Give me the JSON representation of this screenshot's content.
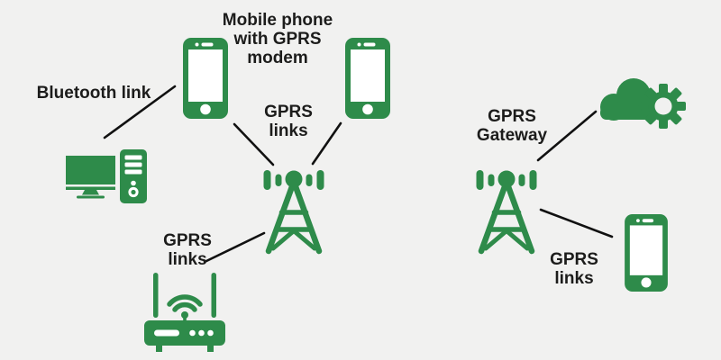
{
  "colors": {
    "background": "#f1f1f0",
    "icon_green": "#2e8b4a",
    "text": "#1c1c1b",
    "connector": "#111111"
  },
  "labels": {
    "mobile_phone_modem": "Mobile phone with GPRS modem",
    "bluetooth_link": "Bluetooth link",
    "gprs_links_top": "GPRS links",
    "gprs_links_left": "GPRS links",
    "gprs_gateway": "GPRS Gateway",
    "gprs_links_right": "GPRS links"
  },
  "nodes": [
    {
      "id": "desktop-computer",
      "icon": "desktop-computer-icon"
    },
    {
      "id": "mobile-phone-top-left",
      "icon": "mobile-phone-icon"
    },
    {
      "id": "mobile-phone-top-right",
      "icon": "mobile-phone-icon"
    },
    {
      "id": "cell-tower-left",
      "icon": "cell-tower-icon"
    },
    {
      "id": "wifi-router",
      "icon": "wifi-router-icon"
    },
    {
      "id": "cell-tower-right",
      "icon": "cell-tower-icon"
    },
    {
      "id": "gprs-gateway-cloud",
      "icon": "cloud-gear-icon"
    },
    {
      "id": "mobile-phone-right",
      "icon": "mobile-phone-icon"
    }
  ],
  "connections": [
    {
      "from": "desktop-computer",
      "to": "mobile-phone-top-left",
      "label": "Bluetooth link"
    },
    {
      "from": "mobile-phone-top-left",
      "to": "cell-tower-left",
      "label": "GPRS links"
    },
    {
      "from": "mobile-phone-top-right",
      "to": "cell-tower-left",
      "label": "GPRS links"
    },
    {
      "from": "wifi-router",
      "to": "cell-tower-left",
      "label": "GPRS links"
    },
    {
      "from": "cell-tower-right",
      "to": "gprs-gateway-cloud",
      "label": "GPRS Gateway"
    },
    {
      "from": "cell-tower-right",
      "to": "mobile-phone-right",
      "label": "GPRS links"
    }
  ]
}
